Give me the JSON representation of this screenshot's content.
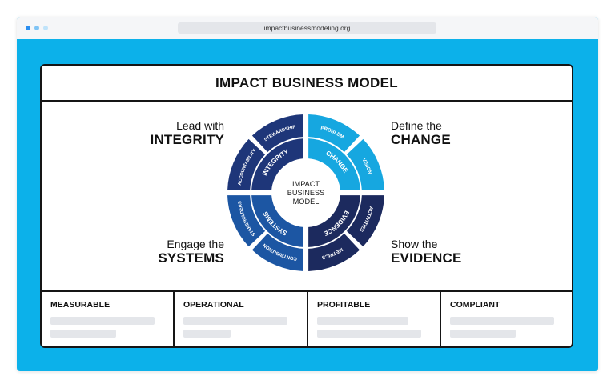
{
  "browser": {
    "url": "impactbusinessmodeling.org",
    "dot_colors": [
      "#2a8ef0",
      "#7fc4f5",
      "#bfe3fa"
    ]
  },
  "card": {
    "title": "IMPACT BUSINESS MODEL"
  },
  "quadrants": {
    "top_left": {
      "line1": "Lead with",
      "line2": "INTEGRITY"
    },
    "top_right": {
      "line1": "Define the",
      "line2": "CHANGE"
    },
    "bottom_left": {
      "line1": "Engage the",
      "line2": "SYSTEMS"
    },
    "bottom_right": {
      "line1": "Show the",
      "line2": "EVIDENCE"
    }
  },
  "wheel": {
    "center": [
      "IMPACT",
      "BUSINESS",
      "MODEL"
    ],
    "inner": [
      "CHANGE",
      "EVIDENCE",
      "SYSTEMS",
      "INTEGRITY"
    ],
    "outer": [
      "PROBLEM",
      "VISION",
      "ACTIVITIES",
      "METRICS",
      "CONTRIBUTION",
      "STAKEHOLDERS",
      "ACCOUNTABILITY",
      "STEWARDSHIP"
    ],
    "colors": {
      "top_right": "#16a7e0",
      "bottom_right": "#1c2a5e",
      "bottom_left": "#1c56a3",
      "top_left": "#1e3679"
    }
  },
  "pillars": [
    {
      "title": "MEASURABLE"
    },
    {
      "title": "OPERATIONAL"
    },
    {
      "title": "PROFITABLE"
    },
    {
      "title": "COMPLIANT"
    }
  ]
}
